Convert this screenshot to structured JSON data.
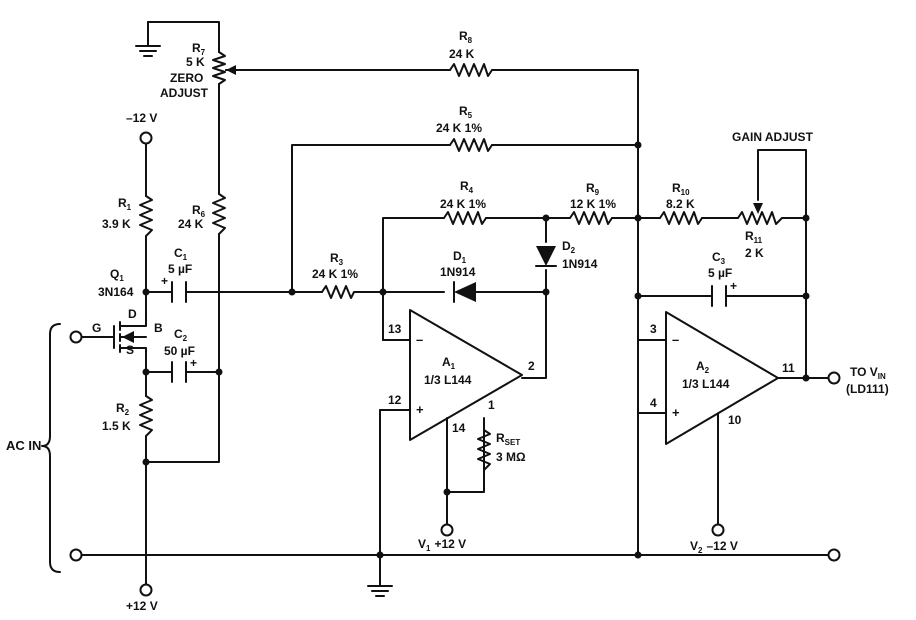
{
  "components": {
    "r7": {
      "name": "R",
      "sub": "7",
      "value": "5 K",
      "l3": "ZERO",
      "l4": "ADJUST"
    },
    "r8": {
      "name": "R",
      "sub": "8",
      "value": "24 K"
    },
    "r5": {
      "name": "R",
      "sub": "5",
      "value": "24 K 1%"
    },
    "r1": {
      "name": "R",
      "sub": "1",
      "value": "3.9 K"
    },
    "r6": {
      "name": "R",
      "sub": "6",
      "value": "24 K"
    },
    "r4": {
      "name": "R",
      "sub": "4",
      "value": "24 K 1%"
    },
    "r9": {
      "name": "R",
      "sub": "9",
      "value": "12 K 1%"
    },
    "r10": {
      "name": "R",
      "sub": "10",
      "value": "8.2 K"
    },
    "r11": {
      "name": "R",
      "sub": "11",
      "value": "2 K"
    },
    "r3": {
      "name": "R",
      "sub": "3",
      "value": "24 K 1%"
    },
    "r2": {
      "name": "R",
      "sub": "2",
      "value": "1.5 K"
    },
    "rset": {
      "name": "R",
      "sub": "SET",
      "value": "3 MΩ"
    },
    "c1": {
      "name": "C",
      "sub": "1",
      "value": "5 µF"
    },
    "c2": {
      "name": "C",
      "sub": "2",
      "value": "50 µF"
    },
    "c3": {
      "name": "C",
      "sub": "3",
      "value": "5 µF"
    },
    "d1": {
      "name": "D",
      "sub": "1",
      "value": "1N914"
    },
    "d2": {
      "name": "D",
      "sub": "2",
      "value": "1N914"
    },
    "q1": {
      "name": "Q",
      "sub": "1",
      "value": "3N164",
      "gate": "G",
      "drain": "D",
      "source": "S",
      "body": "B"
    },
    "a1": {
      "name": "A",
      "sub": "1",
      "value": "1/3 L144"
    },
    "a2": {
      "name": "A",
      "sub": "2",
      "value": "1/3 L144"
    }
  },
  "labels": {
    "gain_adjust": "GAIN ADJUST",
    "neg12": "–12 V",
    "pos12": "+12 V",
    "ac_in": "AC IN",
    "to_vin": "TO V",
    "to_vin_sub": "IN",
    "ld111": "(LD111)",
    "v1_name": "V",
    "v1_sub": "1",
    "v1_value": "+12 V",
    "v2_name": "V",
    "v2_sub": "2",
    "v2_value": "–12 V",
    "minus": "–",
    "plus": "+"
  },
  "pins": {
    "a1_inv": "13",
    "a1_noninv": "12",
    "a1_out": "2",
    "a1_set": "1",
    "a1_supply": "14",
    "a2_inv": "3",
    "a2_noninv": "4",
    "a2_out": "11",
    "a2_supply": "10"
  }
}
